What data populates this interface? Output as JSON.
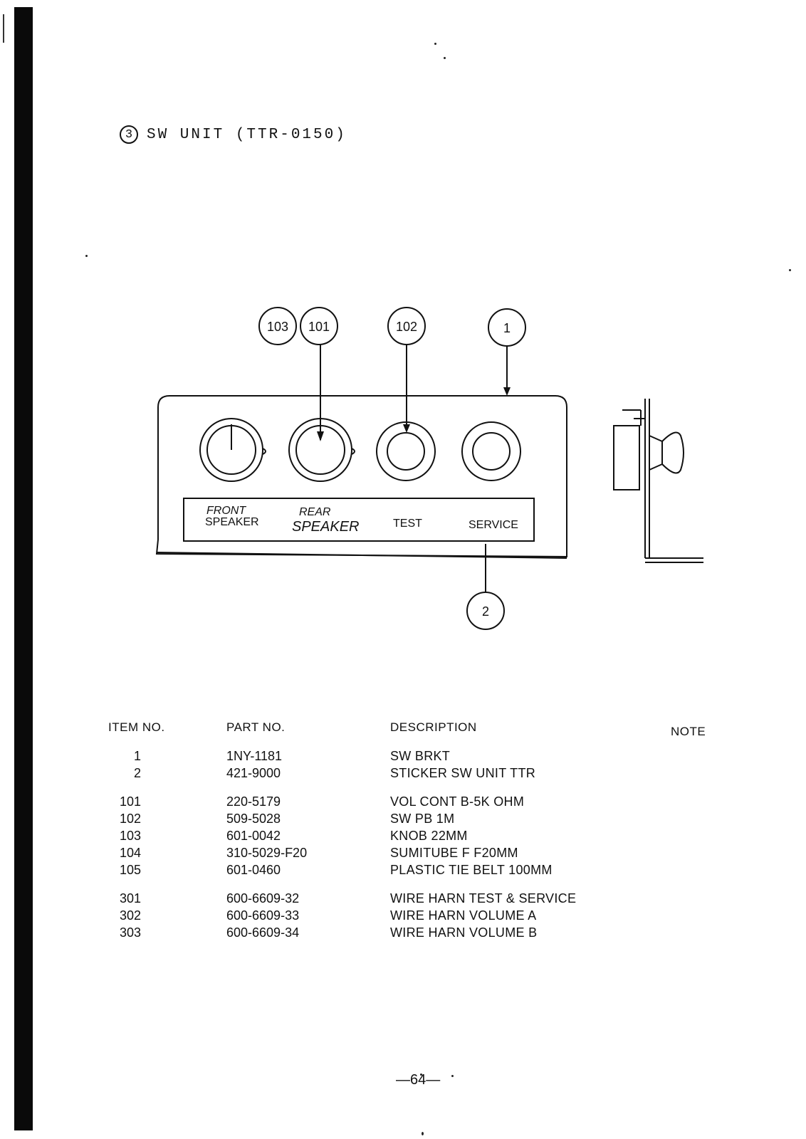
{
  "section": {
    "number": "3",
    "title": "SW UNIT (TTR-0150)"
  },
  "diagram": {
    "callouts": {
      "c103": "103",
      "c101": "101",
      "c102": "102",
      "c1": "1",
      "c2": "2"
    },
    "panel_labels": {
      "front_line1": "FRONT",
      "front_line2": "SPEAKER",
      "rear_line1": "REAR",
      "rear_line2": "SPEAKER",
      "test": "TEST",
      "service": "SERVICE"
    }
  },
  "table": {
    "headers": {
      "item_no": "ITEM NO.",
      "part_no": "PART NO.",
      "description": "DESCRIPTION",
      "note": "NOTE"
    },
    "groups": [
      [
        {
          "item": "1",
          "part": "1NY-1181",
          "desc": "SW BRKT"
        },
        {
          "item": "2",
          "part": "421-9000",
          "desc": "STICKER SW UNIT TTR"
        }
      ],
      [
        {
          "item": "101",
          "part": "220-5179",
          "desc": "VOL CONT B-5K OHM"
        },
        {
          "item": "102",
          "part": "509-5028",
          "desc": "SW PB 1M"
        },
        {
          "item": "103",
          "part": "601-0042",
          "desc": "KNOB 22MM"
        },
        {
          "item": "104",
          "part": "310-5029-F20",
          "desc": "SUMITUBE F F20MM"
        },
        {
          "item": "105",
          "part": "601-0460",
          "desc": "PLASTIC TIE BELT 100MM"
        }
      ],
      [
        {
          "item": "301",
          "part": "600-6609-32",
          "desc": "WIRE HARN TEST & SERVICE"
        },
        {
          "item": "302",
          "part": "600-6609-33",
          "desc": "WIRE HARN VOLUME A"
        },
        {
          "item": "303",
          "part": "600-6609-34",
          "desc": "WIRE HARN VOLUME B"
        }
      ]
    ]
  },
  "page_number": "—64—"
}
